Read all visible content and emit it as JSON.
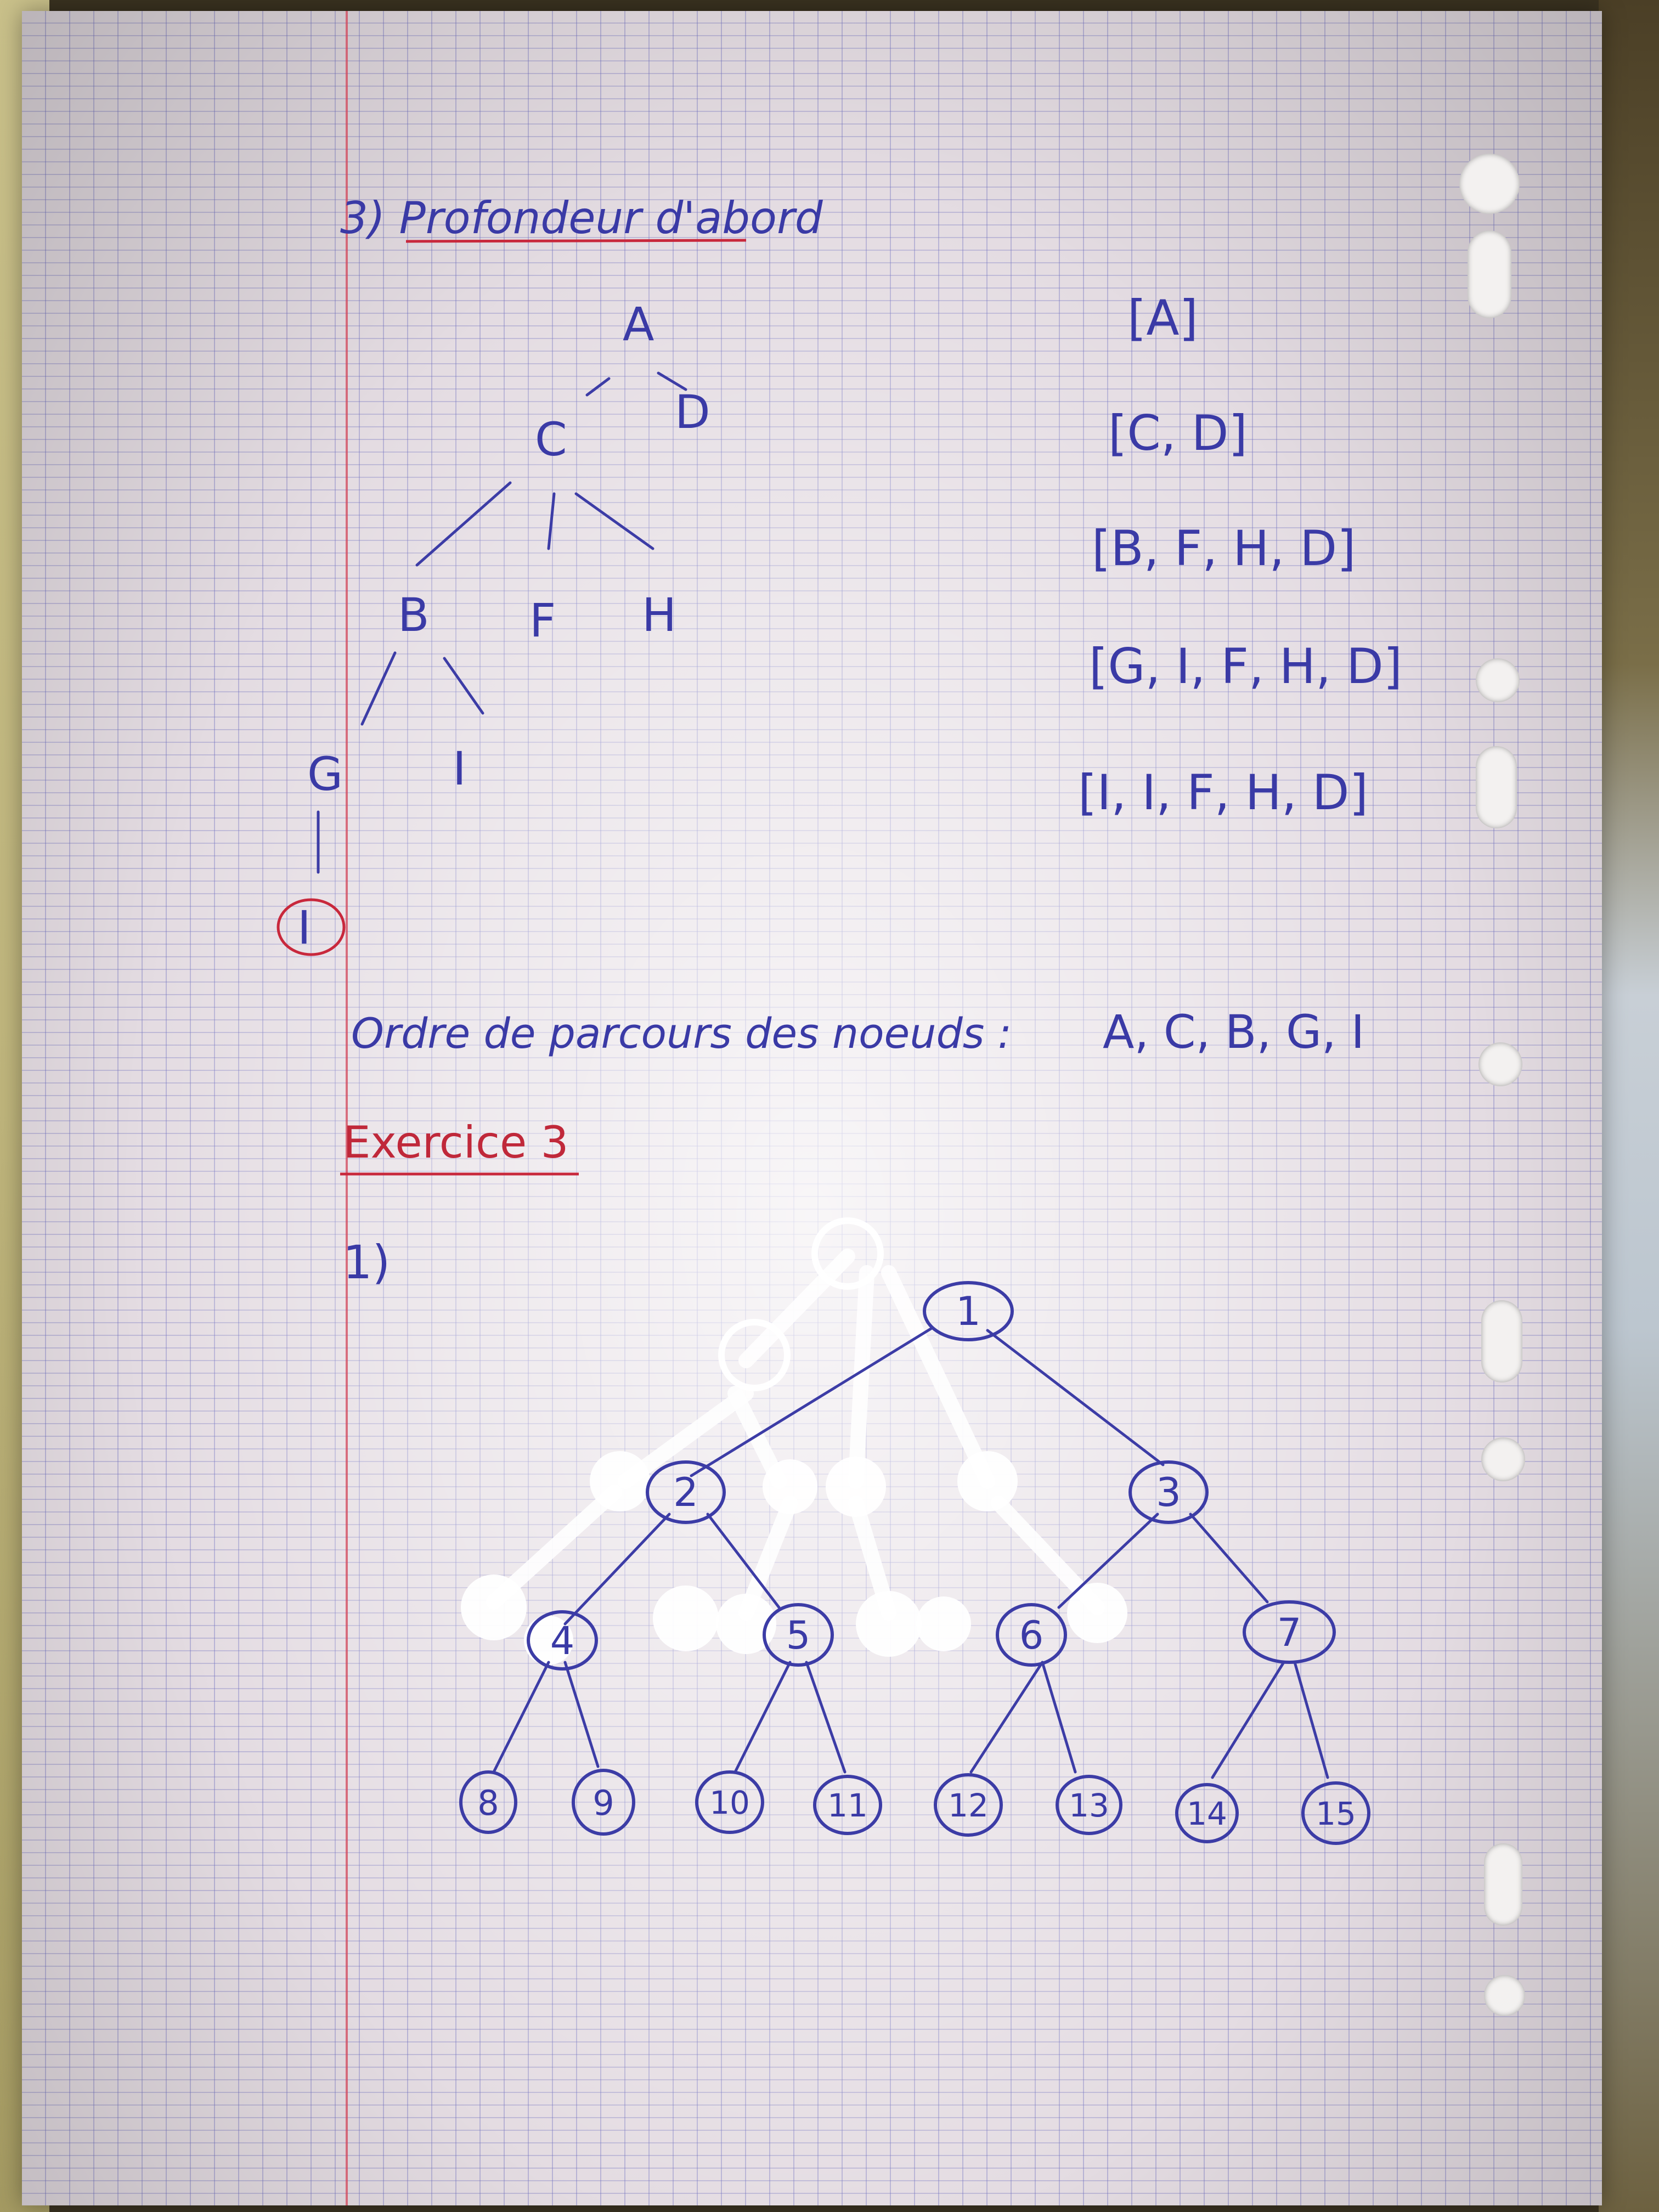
{
  "section3": {
    "heading": "3) Profondeur d'abord",
    "tree": {
      "nodes": [
        "A",
        "C",
        "D",
        "B",
        "F",
        "H",
        "G",
        "I",
        "I"
      ]
    },
    "stack_states": [
      "[A]",
      "[C, D]",
      "[B, F, H, D]",
      "[G, I, F, H, D]",
      "[I, I, F, H, D]"
    ],
    "order_label": "Ordre de parcours des noeuds :",
    "order_value": "A, C, B, G, I"
  },
  "exercise3": {
    "heading": "Exercice 3",
    "part_label": "1)",
    "binary_tree_nodes": [
      "1",
      "2",
      "3",
      "4",
      "5",
      "6",
      "7",
      "8",
      "9",
      "10",
      "11",
      "12",
      "13",
      "14",
      "15"
    ]
  },
  "colors": {
    "blue_ink": "#3a3aa6",
    "red_ink": "#c0283a",
    "paper": "#e4dce2",
    "correction_fluid": "#ffffff"
  }
}
